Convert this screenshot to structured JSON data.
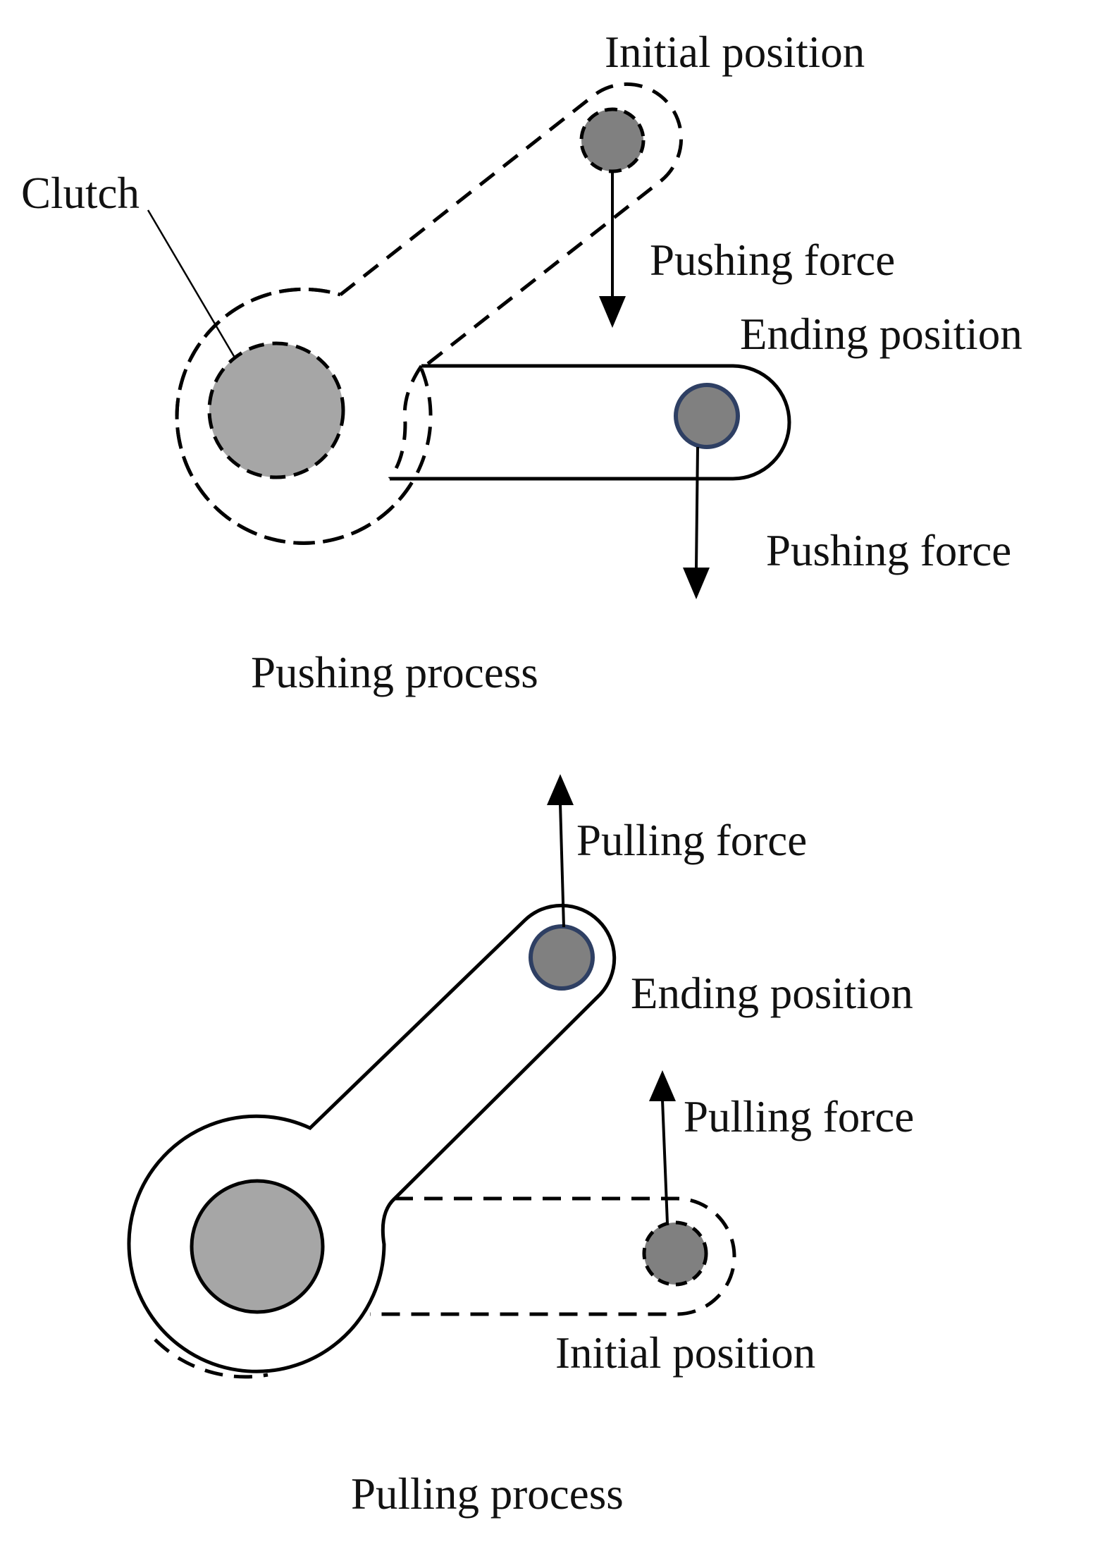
{
  "colors": {
    "hub_fill": "#a6a6a6",
    "pin_fill": "#808080",
    "pin_ring": "#2e3f63",
    "outline": "#000000",
    "background": "#ffffff"
  },
  "pushing": {
    "clutch_label": "Clutch",
    "initial_label": "Initial position",
    "pushing_force_label_upper": "Pushing force",
    "ending_label": "Ending position",
    "pushing_force_label_lower": "Pushing force",
    "caption": "Pushing process"
  },
  "pulling": {
    "pulling_force_label_upper": "Pulling force",
    "ending_label": "Ending position",
    "pulling_force_label_lower": "Pulling force",
    "initial_label": "Initial position",
    "caption": "Pulling process"
  }
}
